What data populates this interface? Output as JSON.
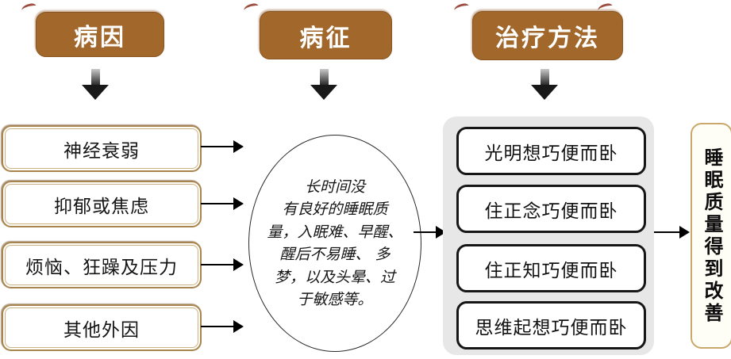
{
  "headers": [
    "病因",
    "病征",
    "治疗方法"
  ],
  "causes": [
    "神经衰弱",
    "抑郁或焦虑",
    "烦恼、狂躁及压力",
    "其他外因"
  ],
  "symptom": "长时间没\n有良好的睡眠质\n量，入眠难、早醒、\n醒后不易睡、 多\n梦，以及头晕、过\n于敏感等。",
  "treatments": [
    "光明想巧便而卧",
    "住正念巧便而卧",
    "住正知巧便而卧",
    "思维起想巧便而卧"
  ],
  "outcome": "睡眠质量得到改善",
  "colors": {
    "header_bg": "#A2672B",
    "header_text": "#FFFFFF",
    "cause_border": "#A8854E",
    "treatment_border": "#161616",
    "panel_bg": "#E7E7E7",
    "outcome_border": "#C9A86A",
    "outcome_bg": "#FFFEF6",
    "arrow": "#000000",
    "artifact_mark": "#8B2F1E"
  }
}
